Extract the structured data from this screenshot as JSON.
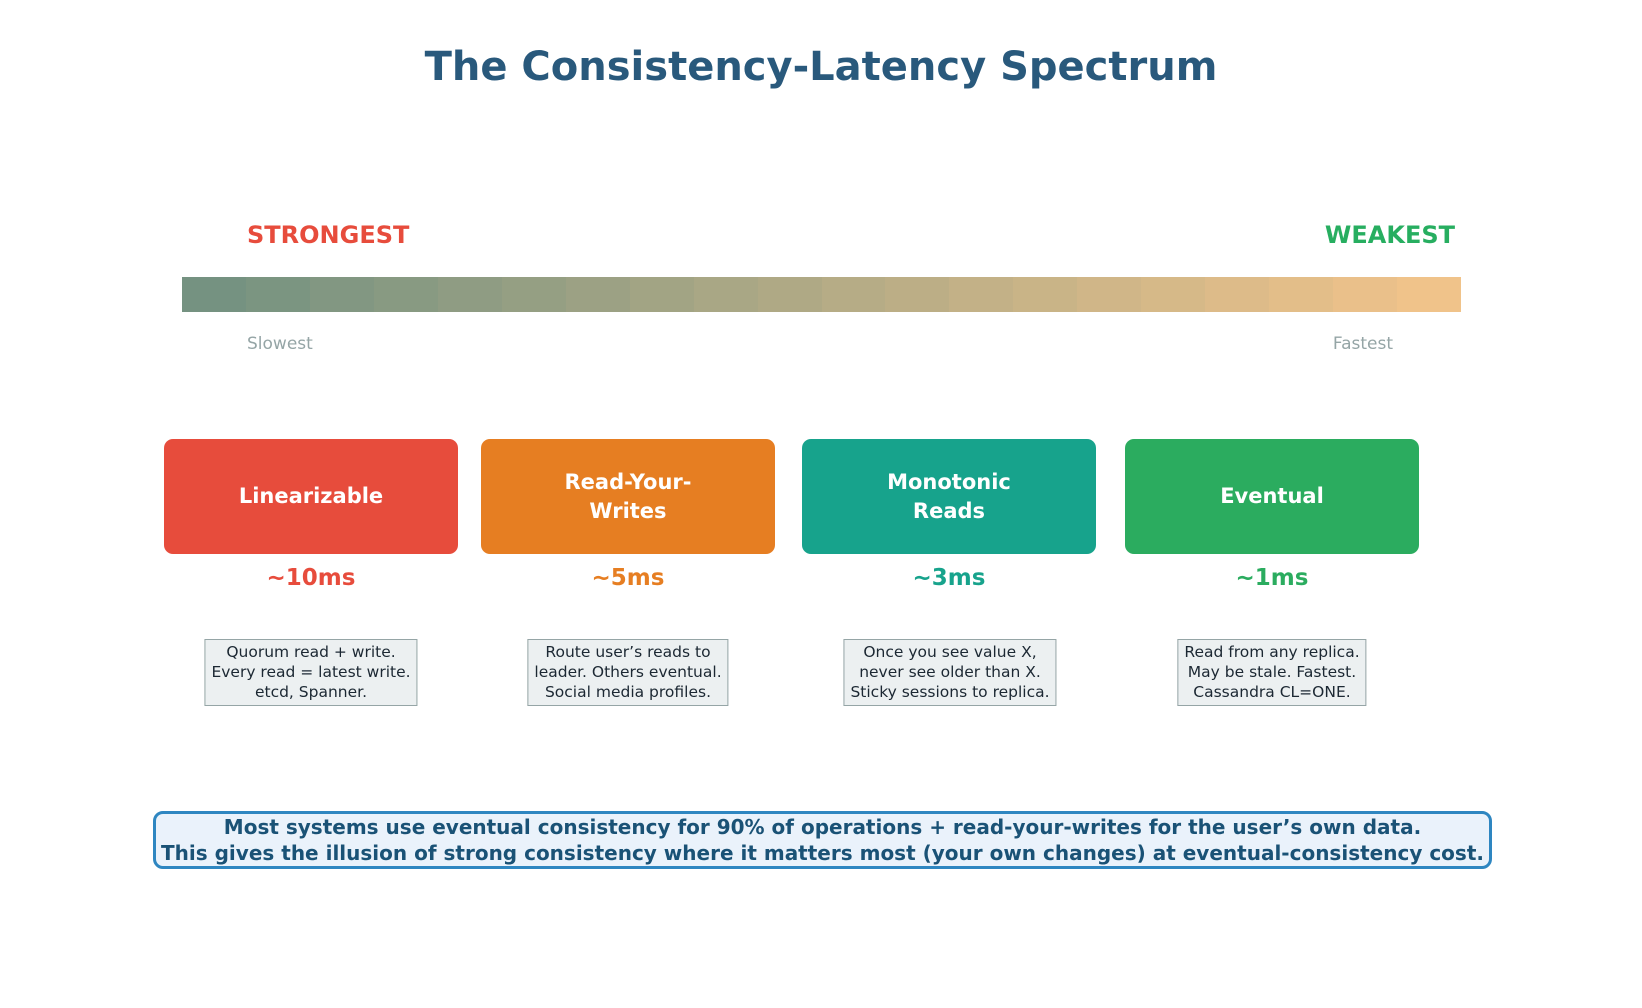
{
  "title": {
    "text": "The Consistency-Latency Spectrum",
    "color": "#29597c"
  },
  "spectrum": {
    "strongest_label": "STRONGEST",
    "weakest_label": "WEAKEST",
    "slowest_label": "Slowest",
    "fastest_label": "Fastest",
    "segments": 20,
    "start_color": "#759281",
    "end_color": "#f0c38a",
    "strongest_color": "#e74c3c",
    "weakest_color": "#27ae60",
    "speed_label_color": "#95a5a6"
  },
  "levels": [
    {
      "name": "Linearizable",
      "latency": "~10ms",
      "color": "#e74c3c",
      "description": "Quorum read + write.\nEvery read = latest write.\netcd, Spanner."
    },
    {
      "name": "Read-Your-\nWrites",
      "latency": "~5ms",
      "color": "#e67e22",
      "description": "Route user’s reads to\nleader. Others eventual.\nSocial media profiles."
    },
    {
      "name": "Monotonic\nReads",
      "latency": "~3ms",
      "color": "#17a38c",
      "description": "Once you see value X,\nnever see older than X.\nSticky sessions to replica."
    },
    {
      "name": "Eventual",
      "latency": "~1ms",
      "color": "#2bac5f",
      "description": "Read from any replica.\nMay be stale. Fastest.\nCassandra CL=ONE."
    }
  ],
  "callout": {
    "line1": "Most systems use eventual consistency for 90% of operations + read-your-writes for the user’s own data.",
    "line2": "This gives the illusion of strong consistency where it matters most (your own changes) at eventual-consistency cost.",
    "border_color": "#2e86c1",
    "background_color": "#eaf2fb",
    "text_color": "#1a5276"
  }
}
